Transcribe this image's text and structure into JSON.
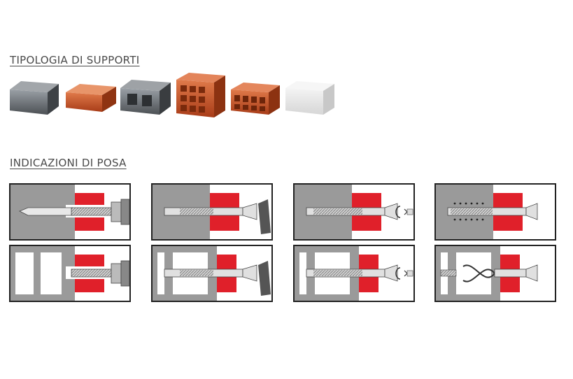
{
  "sections": {
    "supports_title": "TIPOLOGIA DI SUPPORTI",
    "install_title": "INDICAZIONI DI POSA"
  },
  "supports": [
    {
      "material": "concrete-block-icon",
      "color": "#6f7378"
    },
    {
      "material": "solid-brick-icon",
      "color": "#c8552c"
    },
    {
      "material": "hollow-concrete-block-icon",
      "color": "#5f6367"
    },
    {
      "material": "hollow-brick-icon",
      "color": "#c44f28"
    },
    {
      "material": "perforated-brick-icon",
      "color": "#bf4a22"
    },
    {
      "material": "aerated-concrete-block-icon",
      "color": "#e8e8e8"
    }
  ],
  "install_steps": [
    {
      "step": "drill-step",
      "tool": "drill-icon"
    },
    {
      "step": "insert-anchor-step",
      "tool": "hammer-icon"
    },
    {
      "step": "screw-anchor-step",
      "tool": "screwdriver-icon"
    },
    {
      "step": "expanded-anchor-step",
      "tool": "anchor-expanded-icon"
    }
  ],
  "install_rows": [
    "solid-support",
    "hollow-support"
  ],
  "colors": {
    "wall": "#9a9a9a",
    "fixture": "#e0202a",
    "border": "#222222"
  }
}
